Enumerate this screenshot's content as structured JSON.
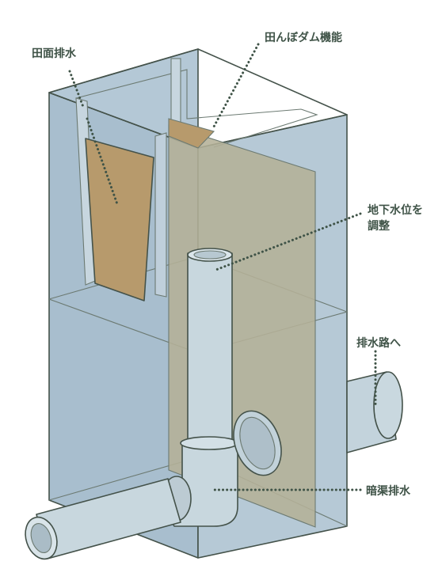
{
  "labels": {
    "field_drainage": "田面排水",
    "rice_dam": "田んぼダム機能",
    "groundwater_line1": "地下水位を",
    "groundwater_line2": "調整",
    "to_drain": "排水路へ",
    "underdrain": "暗渠排水"
  },
  "colors": {
    "box_side": "#a9bfcf",
    "box_front": "#b7cad7",
    "box_top": "#c3d3de",
    "weir_plate": "#b79a6c",
    "panel": "#b3b198",
    "pipe": "#c7d6dd",
    "label_text": "#3f5347"
  }
}
